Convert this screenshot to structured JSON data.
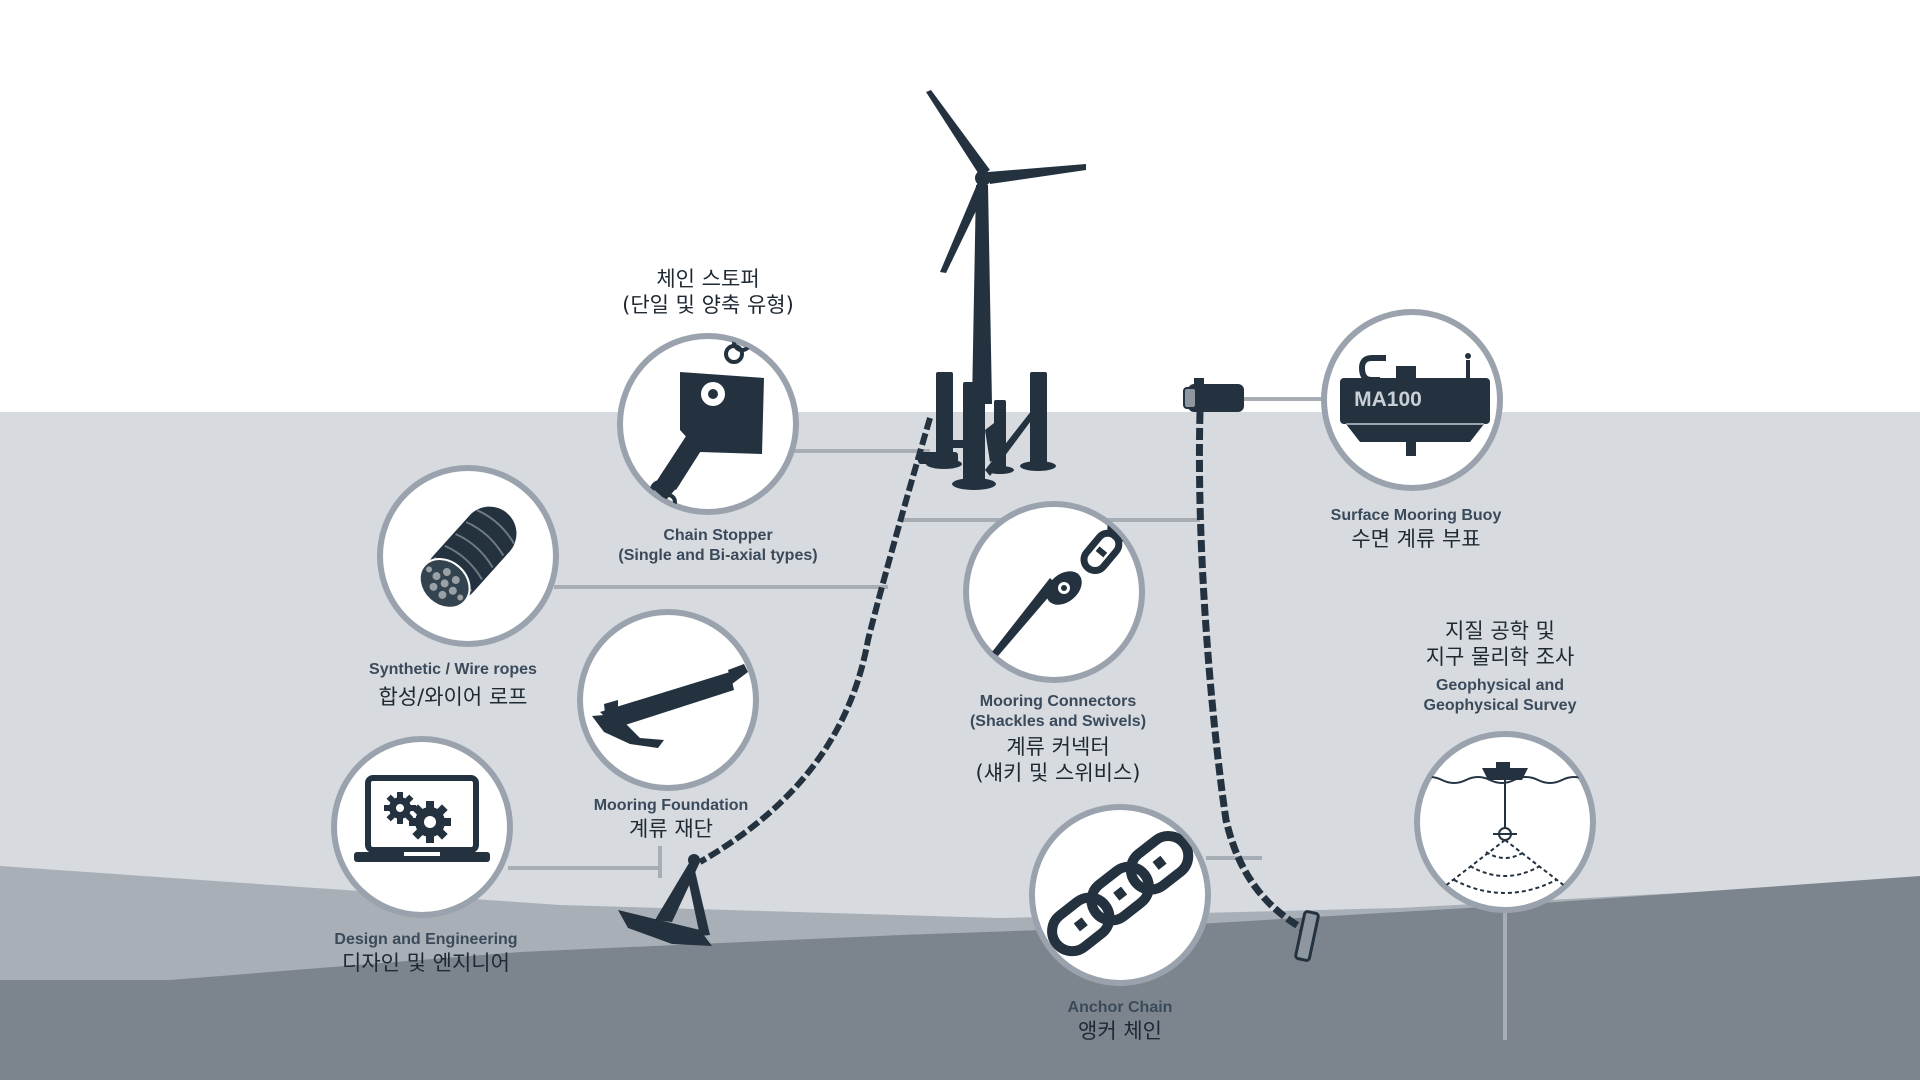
{
  "colors": {
    "sky": "#ffffff",
    "sea": "#d7dbe0",
    "seabed_light": "#a9afb6",
    "seabed_dark": "#7c858e",
    "ink": "#243240",
    "ring": "#9aa3ad",
    "connector": "#a6adb5"
  },
  "labels": {
    "chain_stopper": {
      "ko_title_1": "체인 스토퍼",
      "ko_title_2": "(단일 및 양축 유형)",
      "en_1": "Chain Stopper",
      "en_2": "(Single and Bi-axial types)"
    },
    "ropes": {
      "en": "Synthetic / Wire ropes",
      "ko": "합성/와이어 로프"
    },
    "foundation": {
      "en": "Mooring Foundation",
      "ko": "계류 재단"
    },
    "design": {
      "en": "Design and Engineering",
      "ko": "디자인 및 엔지니어"
    },
    "connectors": {
      "en_1": "Mooring Connectors",
      "en_2": "(Shackles and Swivels)",
      "ko_1": "계류 커넥터",
      "ko_2": "(섀키 및 스위비스)"
    },
    "anchor_chain": {
      "en": "Anchor Chain",
      "ko": "앵커 체인"
    },
    "buoy": {
      "en": "Surface Mooring Buoy",
      "ko": "수면 계류 부표",
      "tag": "MA100"
    },
    "survey": {
      "ko_1": "지질 공학 및",
      "ko_2": "지구 물리학 조사",
      "en_1": "Geophysical and",
      "en_2": "Geophysical Survey"
    }
  },
  "icons": [
    "wind-turbine-icon",
    "chain-stopper-icon",
    "rope-icon",
    "anchor-foundation-icon",
    "laptop-gears-icon",
    "shackle-swivel-icon",
    "chain-links-icon",
    "buoy-icon",
    "sonar-survey-icon"
  ]
}
